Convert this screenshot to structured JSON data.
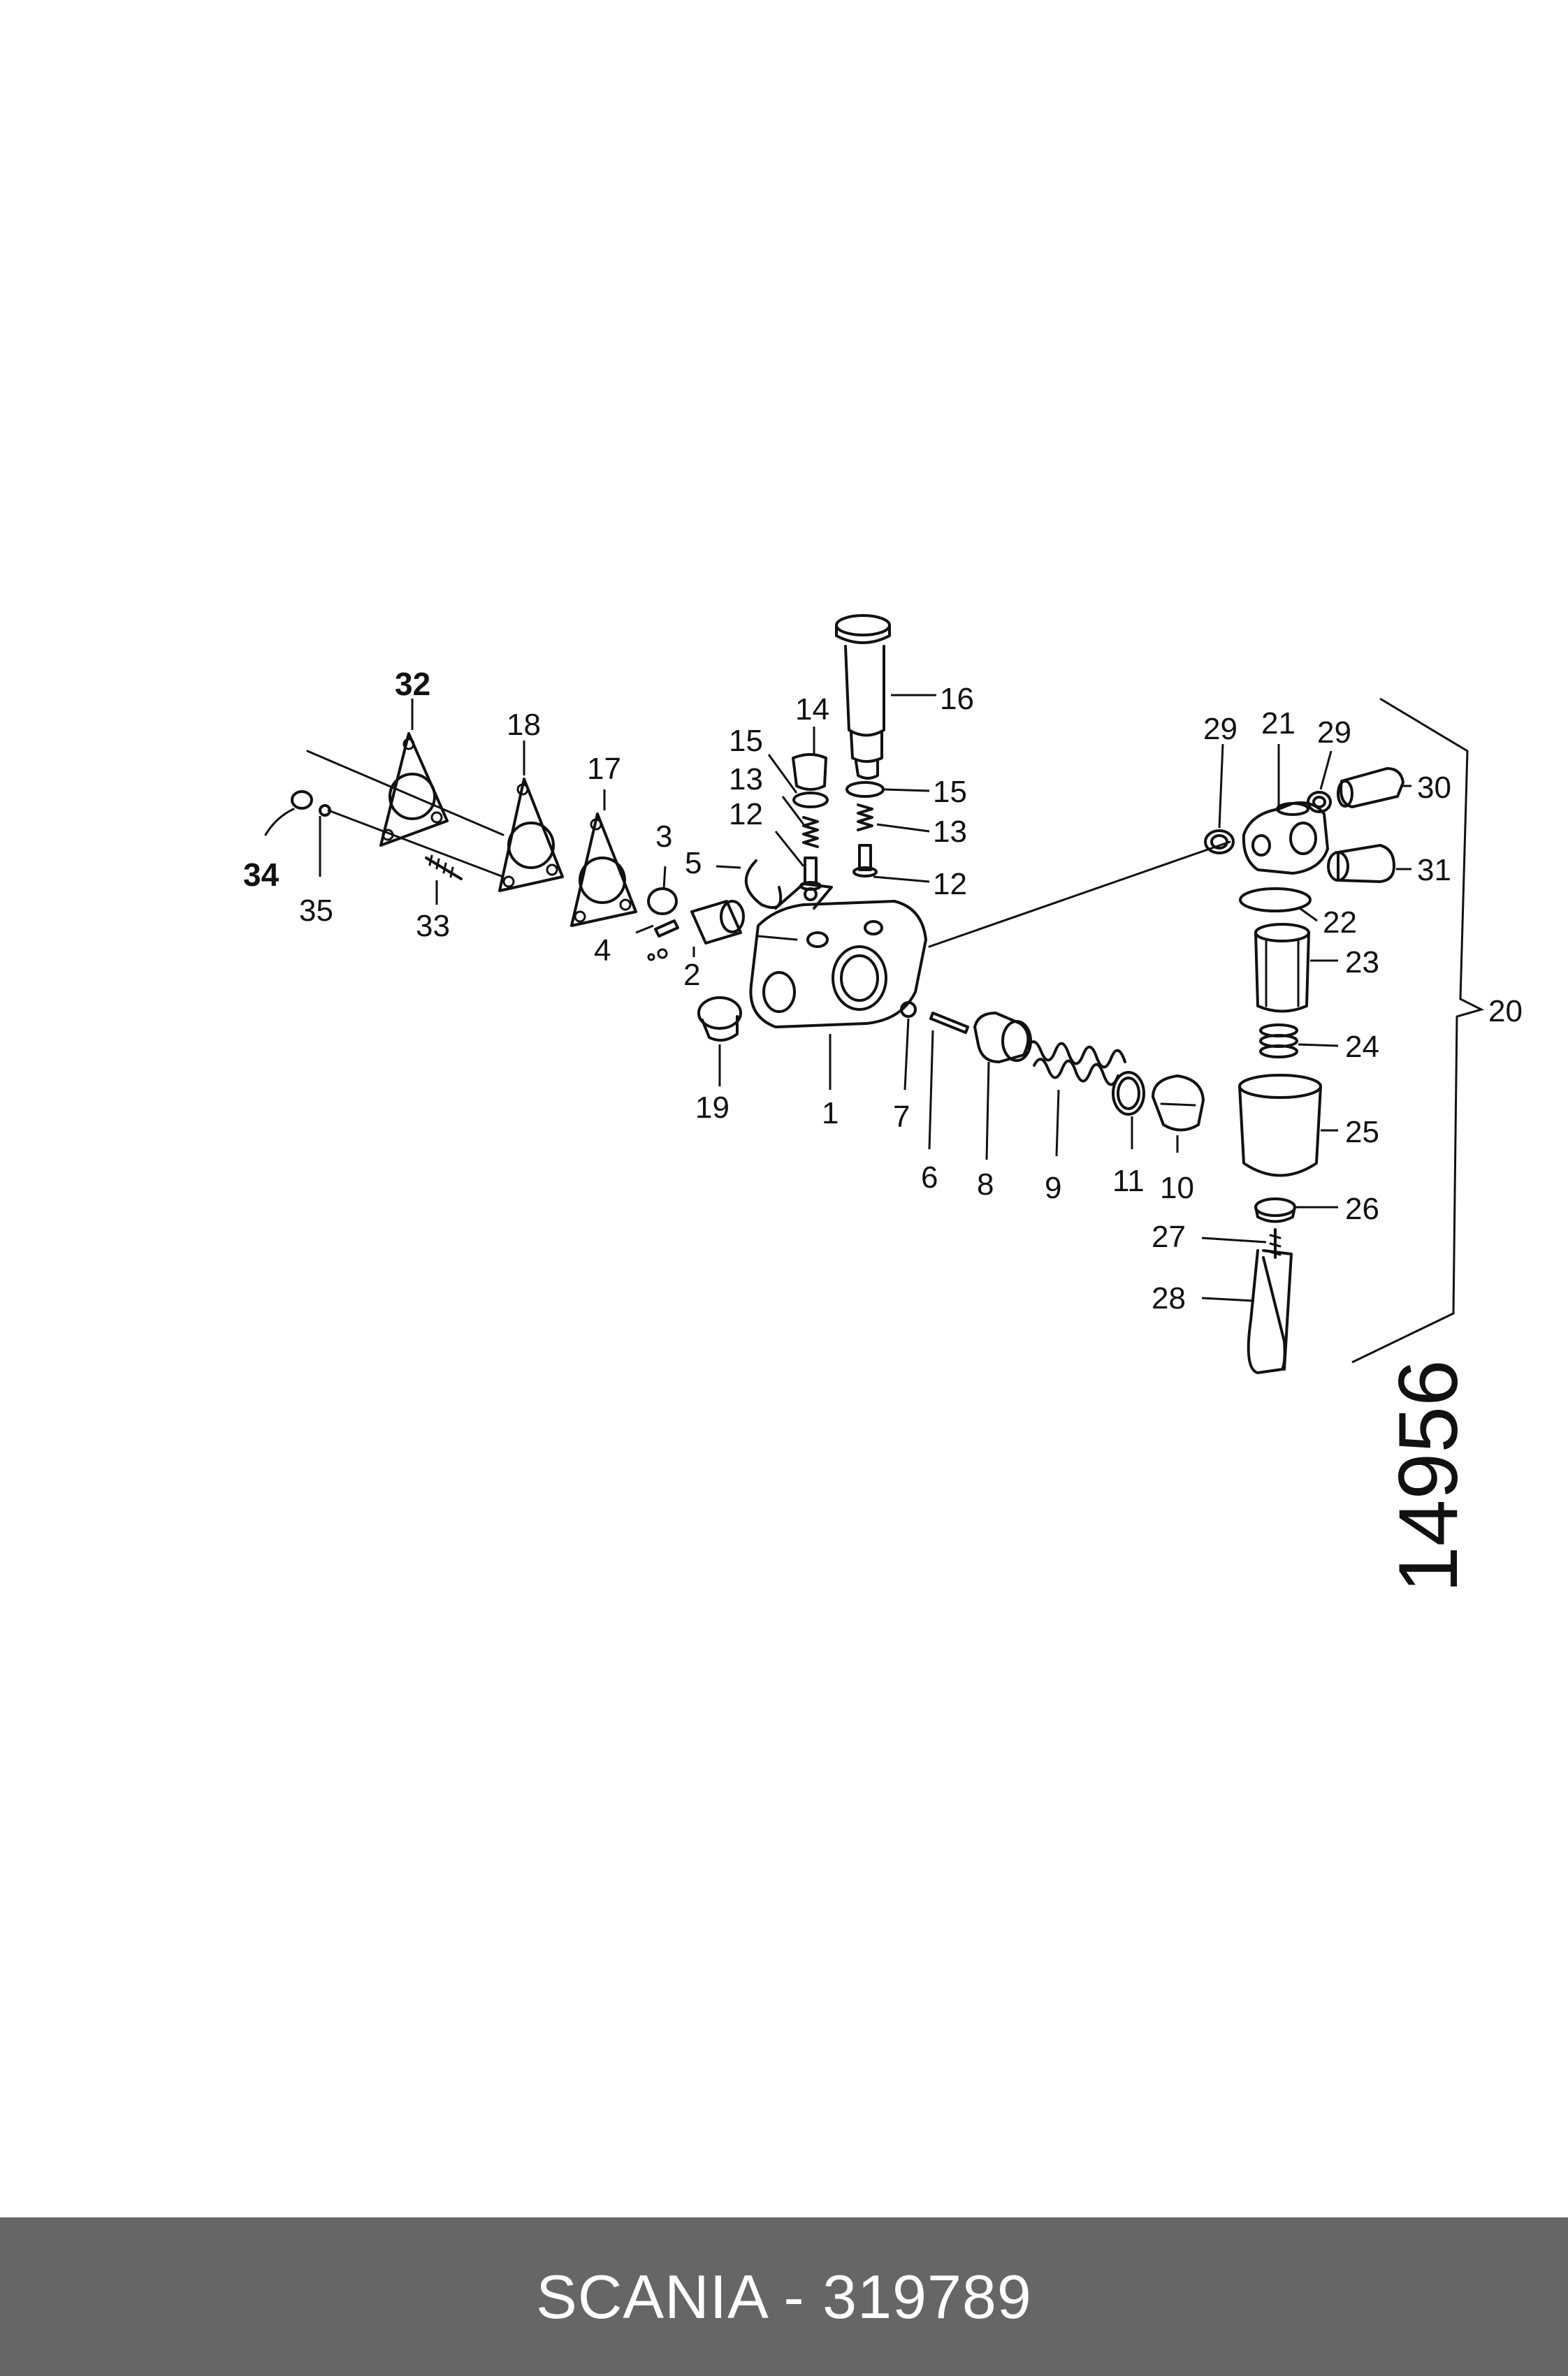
{
  "diagram": {
    "drawing_number": "14956",
    "labels": {
      "p1": "1",
      "p2": "2",
      "p3": "3",
      "p4": "4",
      "p5": "5",
      "p6": "6",
      "p7": "7",
      "p8": "8",
      "p9": "9",
      "p10": "10",
      "p11": "11",
      "p12a": "12",
      "p12b": "12",
      "p13a": "13",
      "p13b": "13",
      "p14": "14",
      "p15a": "15",
      "p15b": "15",
      "p16": "16",
      "p17": "17",
      "p18": "18",
      "p19": "19",
      "p20": "20",
      "p21": "21",
      "p22": "22",
      "p23": "23",
      "p24": "24",
      "p25": "25",
      "p26": "26",
      "p27": "27",
      "p28": "28",
      "p29a": "29",
      "p29b": "29",
      "p30": "30",
      "p31": "31",
      "p32": "32",
      "p33": "33",
      "p34": "34",
      "p35": "35"
    }
  },
  "footer": {
    "caption": "SCANIA - 319789",
    "background_color": "#666666",
    "text_color": "#ffffff"
  }
}
